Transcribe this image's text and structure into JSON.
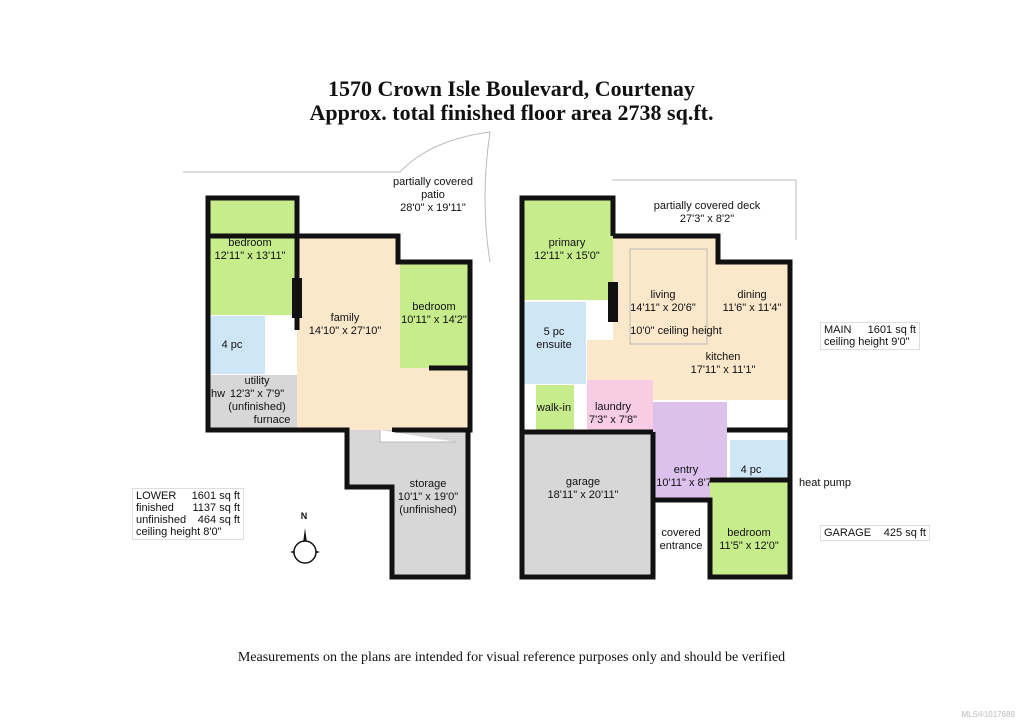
{
  "header": {
    "title_line1": "1570 Crown Isle Boulevard, Courtenay",
    "title_line2": "Approx. total finished floor area 2738 sq.ft."
  },
  "lower": {
    "rooms": [
      {
        "name": "partially covered",
        "dims": "patio",
        "extra": "28'0\" x 19'11\""
      },
      {
        "name": "bedroom",
        "dims": "12'11\" x 13'11\""
      },
      {
        "name": "family",
        "dims": "14'10\" x 27'10\""
      },
      {
        "name": "bedroom",
        "dims": "10'11\" x 14'2\""
      },
      {
        "name": "4 pc"
      },
      {
        "name": "utility",
        "dims": "12'3\" x 7'9\"",
        "extra": "(unfinished)",
        "hw": "hw",
        "furnace": "furnace"
      },
      {
        "name": "storage",
        "dims": "10'1\" x 19'0\"",
        "extra": "(unfinished)"
      }
    ],
    "summary": [
      [
        "LOWER",
        "1601 sq ft"
      ],
      [
        "finished",
        "1137 sq ft"
      ],
      [
        "unfinished",
        "464 sq ft"
      ],
      [
        "ceiling height 8'0\"",
        ""
      ]
    ]
  },
  "main": {
    "rooms": [
      {
        "name": "partially covered deck",
        "dims": "27'3\" x 8'2\""
      },
      {
        "name": "primary",
        "dims": "12'11\" x 15'0\""
      },
      {
        "name": "living",
        "dims": "14'11\" x 20'6\"",
        "extra": "10'0\" ceiling height"
      },
      {
        "name": "dining",
        "dims": "11'6\" x 11'4\""
      },
      {
        "name": "5 pc",
        "dims": "ensuite"
      },
      {
        "name": "kitchen",
        "dims": "17'11\" x 11'1\""
      },
      {
        "name": "walk-in"
      },
      {
        "name": "laundry",
        "dims": "7'3\" x 7'8\""
      },
      {
        "name": "garage",
        "dims": "18'11\" x 20'11\""
      },
      {
        "name": "entry",
        "dims": "10'11\" x 8'7\""
      },
      {
        "name": "4 pc"
      },
      {
        "name": "heat pump"
      },
      {
        "name": "covered",
        "dims": "entrance"
      },
      {
        "name": "bedroom",
        "dims": "11'5\" x 12'0\""
      }
    ],
    "summary": [
      [
        "MAIN",
        "1601 sq ft"
      ],
      [
        "ceiling height 9'0\"",
        ""
      ]
    ],
    "garage_summary": [
      [
        "GARAGE",
        "425 sq ft"
      ]
    ]
  },
  "compass": {
    "label": "N"
  },
  "footer": {
    "note": "Measurements on the plans are intended for visual reference purposes only and should be verified",
    "mls": "MLS®1017689"
  },
  "colors": {
    "bedroom": "#c6ec8c",
    "living": "#fbe7c9",
    "bath": "#cfe6f7",
    "utility": "#d7d7d7",
    "laundry": "#f8cde3",
    "entry": "#dcc1ec",
    "wall": "#111111"
  }
}
